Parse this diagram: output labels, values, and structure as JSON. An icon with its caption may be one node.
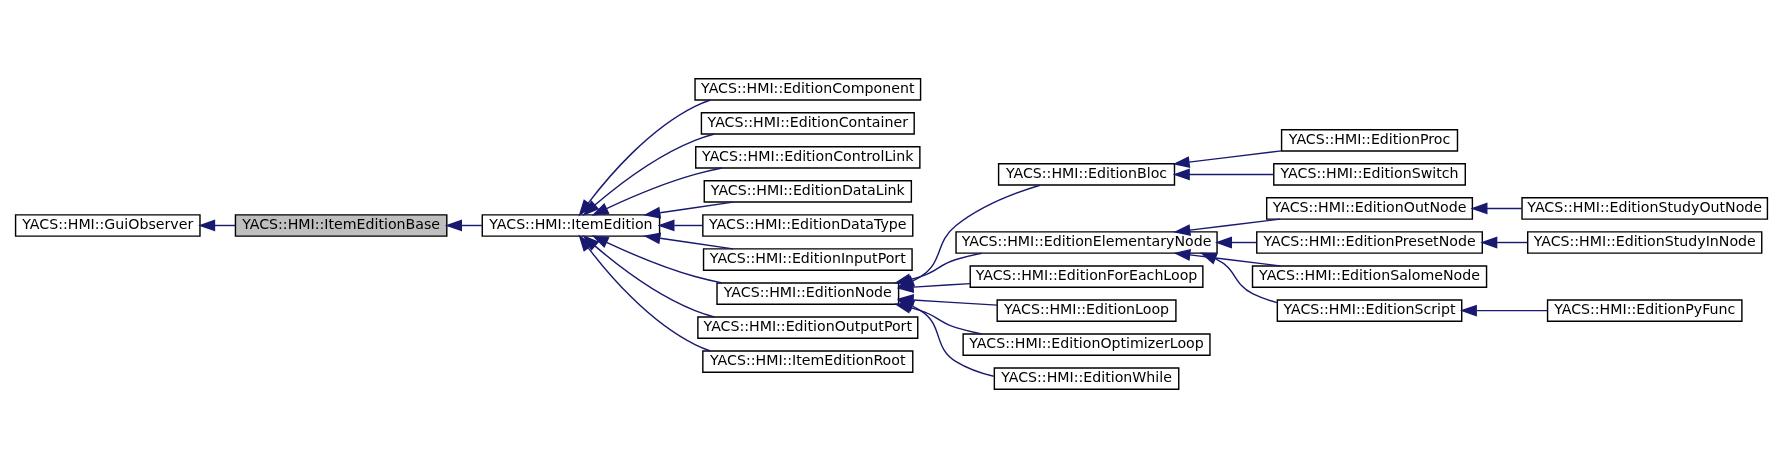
{
  "diagram": {
    "nodes": [
      {
        "text": [
          "YACS::HMI::GuiObserver"
        ]
      },
      {
        "text": [
          "YACS::HMI::ItemEditionBase"
        ]
      },
      {
        "text": [
          "YACS::HMI::ItemEdition"
        ]
      },
      {
        "text": [
          "YACS::HMI::EditionComponent"
        ]
      },
      {
        "text": [
          "YACS::HMI::EditionContainer"
        ]
      },
      {
        "text": [
          "YACS::HMI::EditionControlLink"
        ]
      },
      {
        "text": [
          "YACS::HMI::EditionDataLink"
        ]
      },
      {
        "text": [
          "YACS::HMI::EditionDataType"
        ]
      },
      {
        "text": [
          "YACS::HMI::EditionInputPort"
        ]
      },
      {
        "text": [
          "YACS::HMI::EditionNode"
        ]
      },
      {
        "text": [
          "YACS::HMI::EditionOutputPort"
        ]
      },
      {
        "text": [
          "YACS::HMI::ItemEditionRoot"
        ]
      },
      {
        "text": [
          "YACS::HMI::EditionBloc"
        ]
      },
      {
        "text": [
          "YACS::HMI::EditionElementaryNode"
        ]
      },
      {
        "text": [
          "YACS::HMI::EditionForEachLoop"
        ]
      },
      {
        "text": [
          "YACS::HMI::EditionLoop"
        ]
      },
      {
        "text": [
          "YACS::HMI::EditionOptimizerLoop"
        ]
      },
      {
        "text": [
          "YACS::HMI::EditionWhile"
        ]
      },
      {
        "text": [
          "YACS::HMI::EditionProc"
        ]
      },
      {
        "text": [
          "YACS::HMI::EditionSwitch"
        ]
      },
      {
        "text": [
          "YACS::HMI::EditionOutNode"
        ]
      },
      {
        "text": [
          "YACS::HMI::EditionPresetNode"
        ]
      },
      {
        "text": [
          "YACS::HMI::EditionSalomeNode"
        ]
      },
      {
        "text": [
          "YACS::HMI::EditionScript"
        ]
      },
      {
        "text": [
          "YACS::HMI::EditionStudyOutNode"
        ]
      },
      {
        "text": [
          "YACS::HMI::EditionStudyInNode"
        ]
      },
      {
        "text": [
          "YACS::HMI::EditionPyFunc"
        ]
      }
    ],
    "edges": [
      {
        "from": 1,
        "to": 0,
        "arrow": "to"
      },
      {
        "from": 2,
        "to": 1,
        "arrow": "to"
      },
      {
        "from": 3,
        "to": 2,
        "arrow": "to"
      },
      {
        "from": 4,
        "to": 2,
        "arrow": "to"
      },
      {
        "from": 5,
        "to": 2,
        "arrow": "to"
      },
      {
        "from": 6,
        "to": 2,
        "arrow": "to"
      },
      {
        "from": 7,
        "to": 2,
        "arrow": "to"
      },
      {
        "from": 8,
        "to": 2,
        "arrow": "to"
      },
      {
        "from": 9,
        "to": 2,
        "arrow": "to"
      },
      {
        "from": 10,
        "to": 2,
        "arrow": "to"
      },
      {
        "from": 11,
        "to": 2,
        "arrow": "to"
      },
      {
        "from": 12,
        "to": 9,
        "arrow": "to"
      },
      {
        "from": 13,
        "to": 9,
        "arrow": "to"
      },
      {
        "from": 14,
        "to": 9,
        "arrow": "to"
      },
      {
        "from": 15,
        "to": 9,
        "arrow": "to"
      },
      {
        "from": 16,
        "to": 9,
        "arrow": "to"
      },
      {
        "from": 17,
        "to": 9,
        "arrow": "to"
      },
      {
        "from": 18,
        "to": 12,
        "arrow": "to"
      },
      {
        "from": 19,
        "to": 12,
        "arrow": "to"
      },
      {
        "from": 20,
        "to": 13,
        "arrow": "to"
      },
      {
        "from": 21,
        "to": 13,
        "arrow": "to"
      },
      {
        "from": 22,
        "to": 13,
        "arrow": "to"
      },
      {
        "from": 23,
        "to": 13,
        "arrow": "to"
      },
      {
        "from": 24,
        "to": 20,
        "arrow": "to"
      },
      {
        "from": 25,
        "to": 21,
        "arrow": "to"
      },
      {
        "from": 26,
        "to": 23,
        "arrow": "to"
      }
    ]
  }
}
